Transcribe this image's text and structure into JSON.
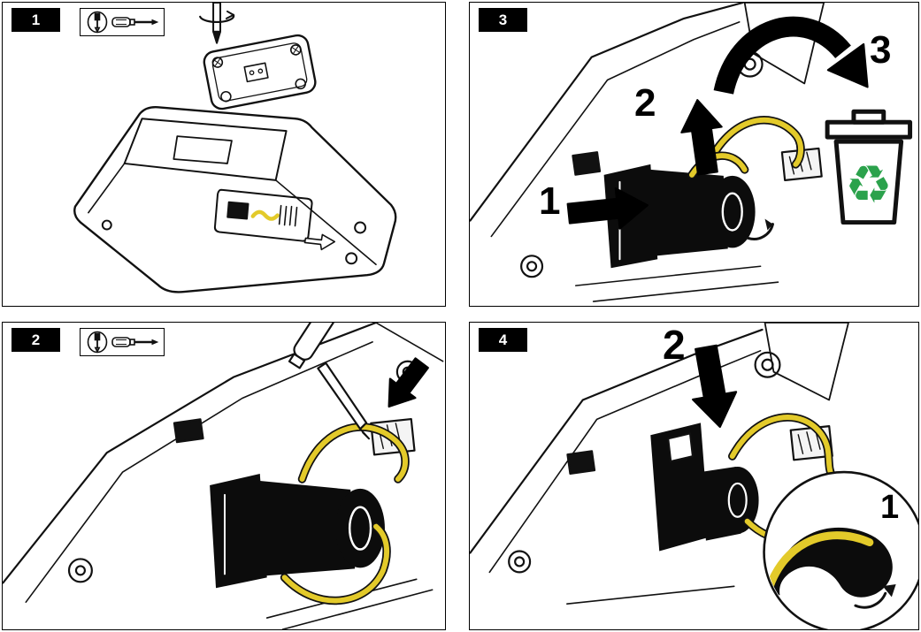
{
  "colors": {
    "line": "#111111",
    "badge_bg": "#000000",
    "badge_text": "#ffffff",
    "tube": "#e3ca2a",
    "recycle": "#2ba24c"
  },
  "panels": [
    {
      "badge": "1",
      "tool_icon": "screwdriver-icon",
      "step_labels": []
    },
    {
      "badge": "2",
      "tool_icon": "screwdriver-icon",
      "step_labels": []
    },
    {
      "badge": "3",
      "step_labels": [
        "1",
        "2",
        "3"
      ],
      "disposal_icon": "recycle-bin-icon",
      "disposal_glyph": "♻"
    },
    {
      "badge": "4",
      "step_labels": [
        "2",
        "1"
      ]
    }
  ]
}
